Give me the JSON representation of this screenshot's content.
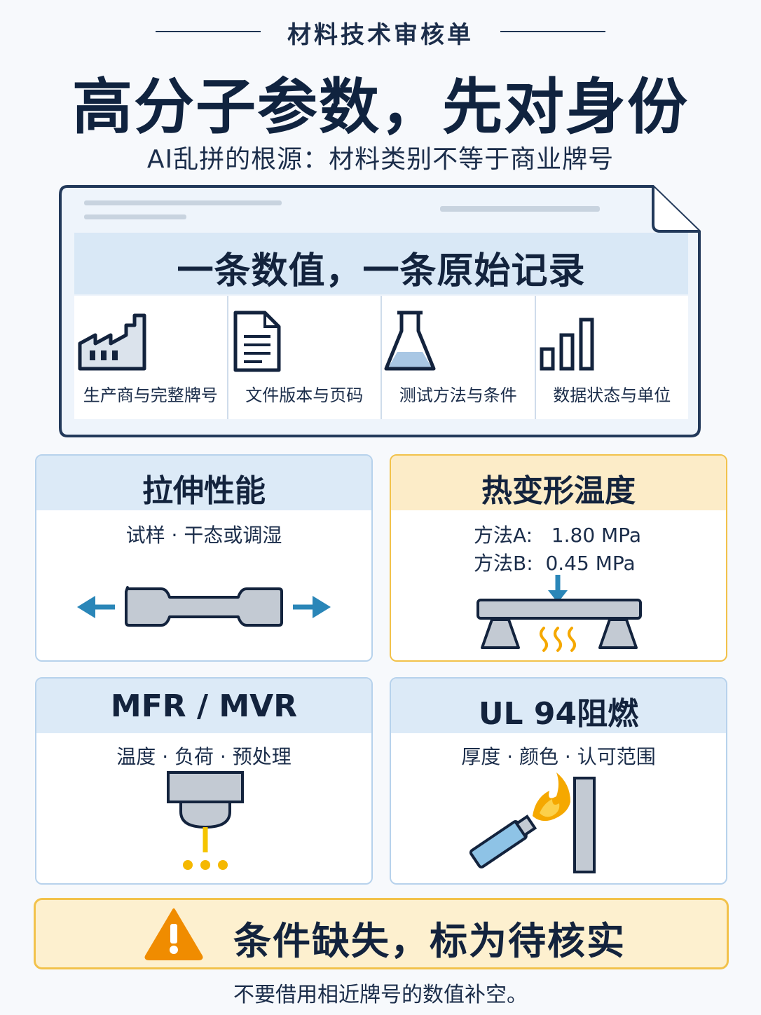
{
  "header": {
    "kicker": "材料技术审核单",
    "title": "高分子参数，先对身份",
    "subtitle": "AI乱拼的根源：材料类别不等于商业牌号"
  },
  "record_card": {
    "headline": "一条数值，一条原始记录",
    "items": [
      {
        "icon": "factory-icon",
        "label": "生产商与完整牌号"
      },
      {
        "icon": "document-icon",
        "label": "文件版本与页码"
      },
      {
        "icon": "flask-icon",
        "label": "测试方法与条件"
      },
      {
        "icon": "bar-chart-icon",
        "label": "数据状态与单位"
      }
    ]
  },
  "cards": {
    "tensile": {
      "title": "拉伸性能",
      "subtitle": "试样 · 干态或调湿"
    },
    "hdt": {
      "title": "热变形温度",
      "method_a": "方法A:   1.80 MPa",
      "method_b": "方法B:  0.45 MPa"
    },
    "mfr": {
      "title": "MFR / MVR",
      "subtitle": "温度 · 负荷 · 预处理"
    },
    "ul94": {
      "title": "UL 94阻燃",
      "subtitle": "厚度 · 颜色 · 认可范围"
    }
  },
  "warning": {
    "icon": "warning-icon",
    "text": "条件缺失，标为待核实"
  },
  "footnote": "不要借用相近牌号的数值补空。",
  "colors": {
    "navy": "#13233d",
    "blue": "#2a86b8",
    "amber": "#f5a800",
    "pale_blue": "#dceaf7",
    "pale_amber": "#fcecc8"
  }
}
